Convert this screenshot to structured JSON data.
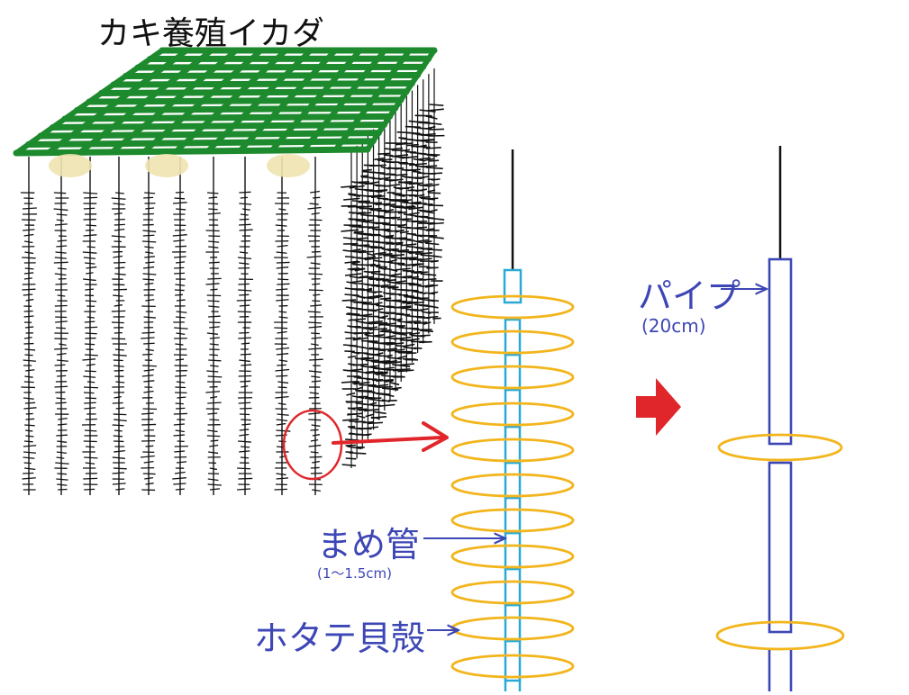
{
  "title": "カキ養殖イカダ",
  "labels": {
    "pipe": "パイプ",
    "pipe_size": "(20cm)",
    "mame_kan": "まめ管",
    "mame_kan_size": "(1～1.5cm)",
    "scallop_shell": "ホタテ貝殻"
  },
  "colors": {
    "raft": "#1e8a2e",
    "float": "#efe3b0",
    "rope": "#111111",
    "shell_ring": "#f2b51c",
    "mame_tube": "#2aa9d6",
    "pipe": "#3d46b5",
    "label_text": "#3d46b5",
    "highlight": "#e0262a"
  }
}
